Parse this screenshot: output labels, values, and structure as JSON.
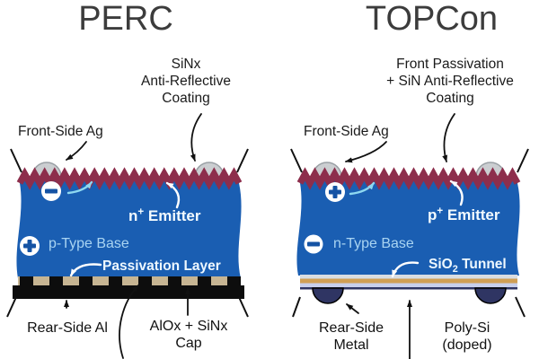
{
  "left_panel": {
    "title": "PERC",
    "coating_label": [
      "SiNx",
      "Anti-Reflective",
      "Coating"
    ],
    "front_contact_label": "Front-Side Ag",
    "emitter": {
      "base": "n",
      "sup": "+",
      "rest": "Emitter"
    },
    "base_label": "p-Type Base",
    "passivation_label": "Passivation Layer",
    "rear_contact_label": "Rear-Side Al",
    "cap_label": [
      "AlOx + SiNx",
      "Cap"
    ]
  },
  "right_panel": {
    "title": "TOPCon",
    "coating_label": [
      "Front Passivation",
      "+ SiN Anti-Reflective",
      "Coating"
    ],
    "front_contact_label": "Front-Side Ag",
    "emitter": {
      "base": "p",
      "sup": "+",
      "rest": "Emitter"
    },
    "base_label": "n-Type Base",
    "tunnel": {
      "base": "SiO",
      "sub": "2",
      "rest": "Tunnel"
    },
    "rear_contact_label": [
      "Rear-Side",
      "Metal"
    ],
    "polysi_label": [
      "Poly-Si",
      "(doped)"
    ]
  },
  "colors": {
    "body_blue": "#1a5eb2",
    "arc_maroon": "#8d2e4c",
    "ag_gray": "#cbced1",
    "ag_gray_stroke": "#9aa0a5",
    "passivation_tan": "#c7b593",
    "contact_black": "#0d0d0d",
    "tunnel_silver": "#d9dde2",
    "polysi_gold": "#d09f55",
    "rear_capping": "#c7cfec",
    "rear_navy": "#2f3563",
    "arrow_black": "#111111",
    "arrow_cyan": "#8ed8f0",
    "arrow_white": "#ffffff",
    "symbol_blue": "#1553a4",
    "title_gray": "#3c3c3c",
    "label_black": "#1a1a1a",
    "pale_blue_text": "#a9d4f2",
    "white_text": "#f3fbff"
  }
}
